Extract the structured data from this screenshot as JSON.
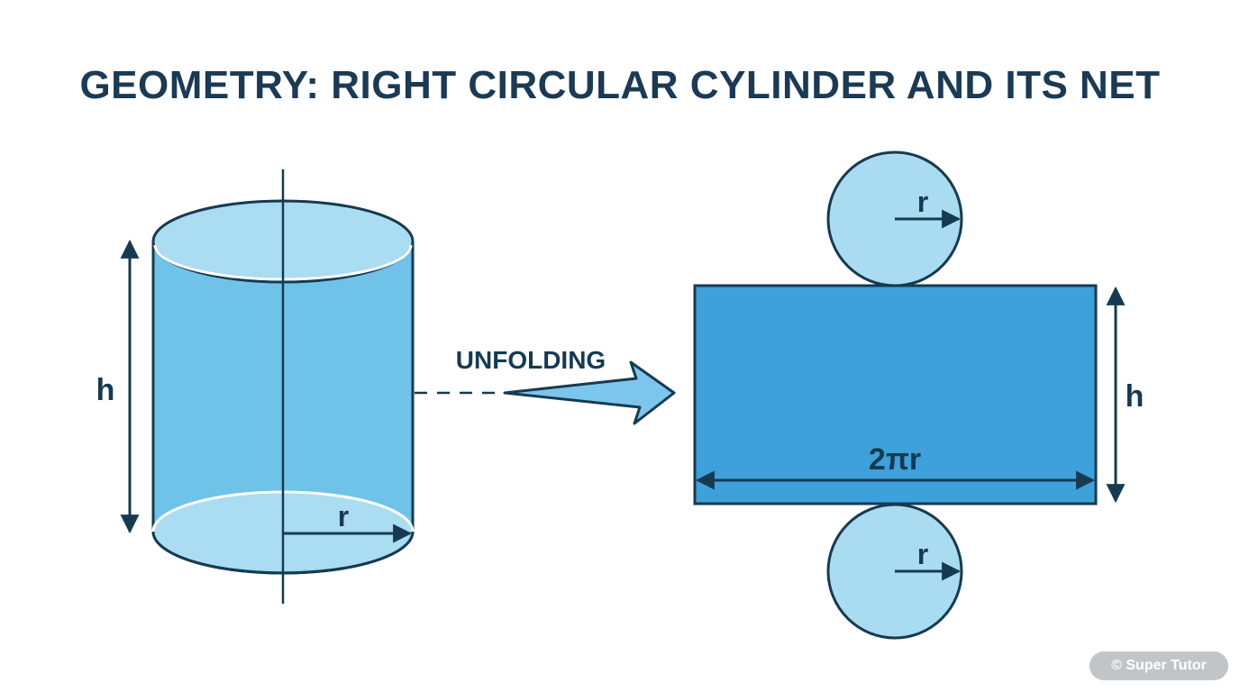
{
  "title": "GEOMETRY: RIGHT CIRCULAR CYLINDER AND ITS NET",
  "cylinder": {
    "height_label": "h",
    "radius_label": "r"
  },
  "transition": {
    "label": "UNFOLDING"
  },
  "net": {
    "top_circle_radius_label": "r",
    "bottom_circle_radius_label": "r",
    "rectangle_width_label": "2πr",
    "rectangle_height_label": "h"
  },
  "watermark": "© Super Tutor",
  "colors": {
    "title": "#1a3a55",
    "outline": "#163a52",
    "cylinder_body": "#6fc3e8",
    "cylinder_caps": "#aadcf2",
    "net_rectangle": "#3ea1d9",
    "net_circles": "#a9dcf1",
    "arrow_fill": "#7cc6ec"
  }
}
